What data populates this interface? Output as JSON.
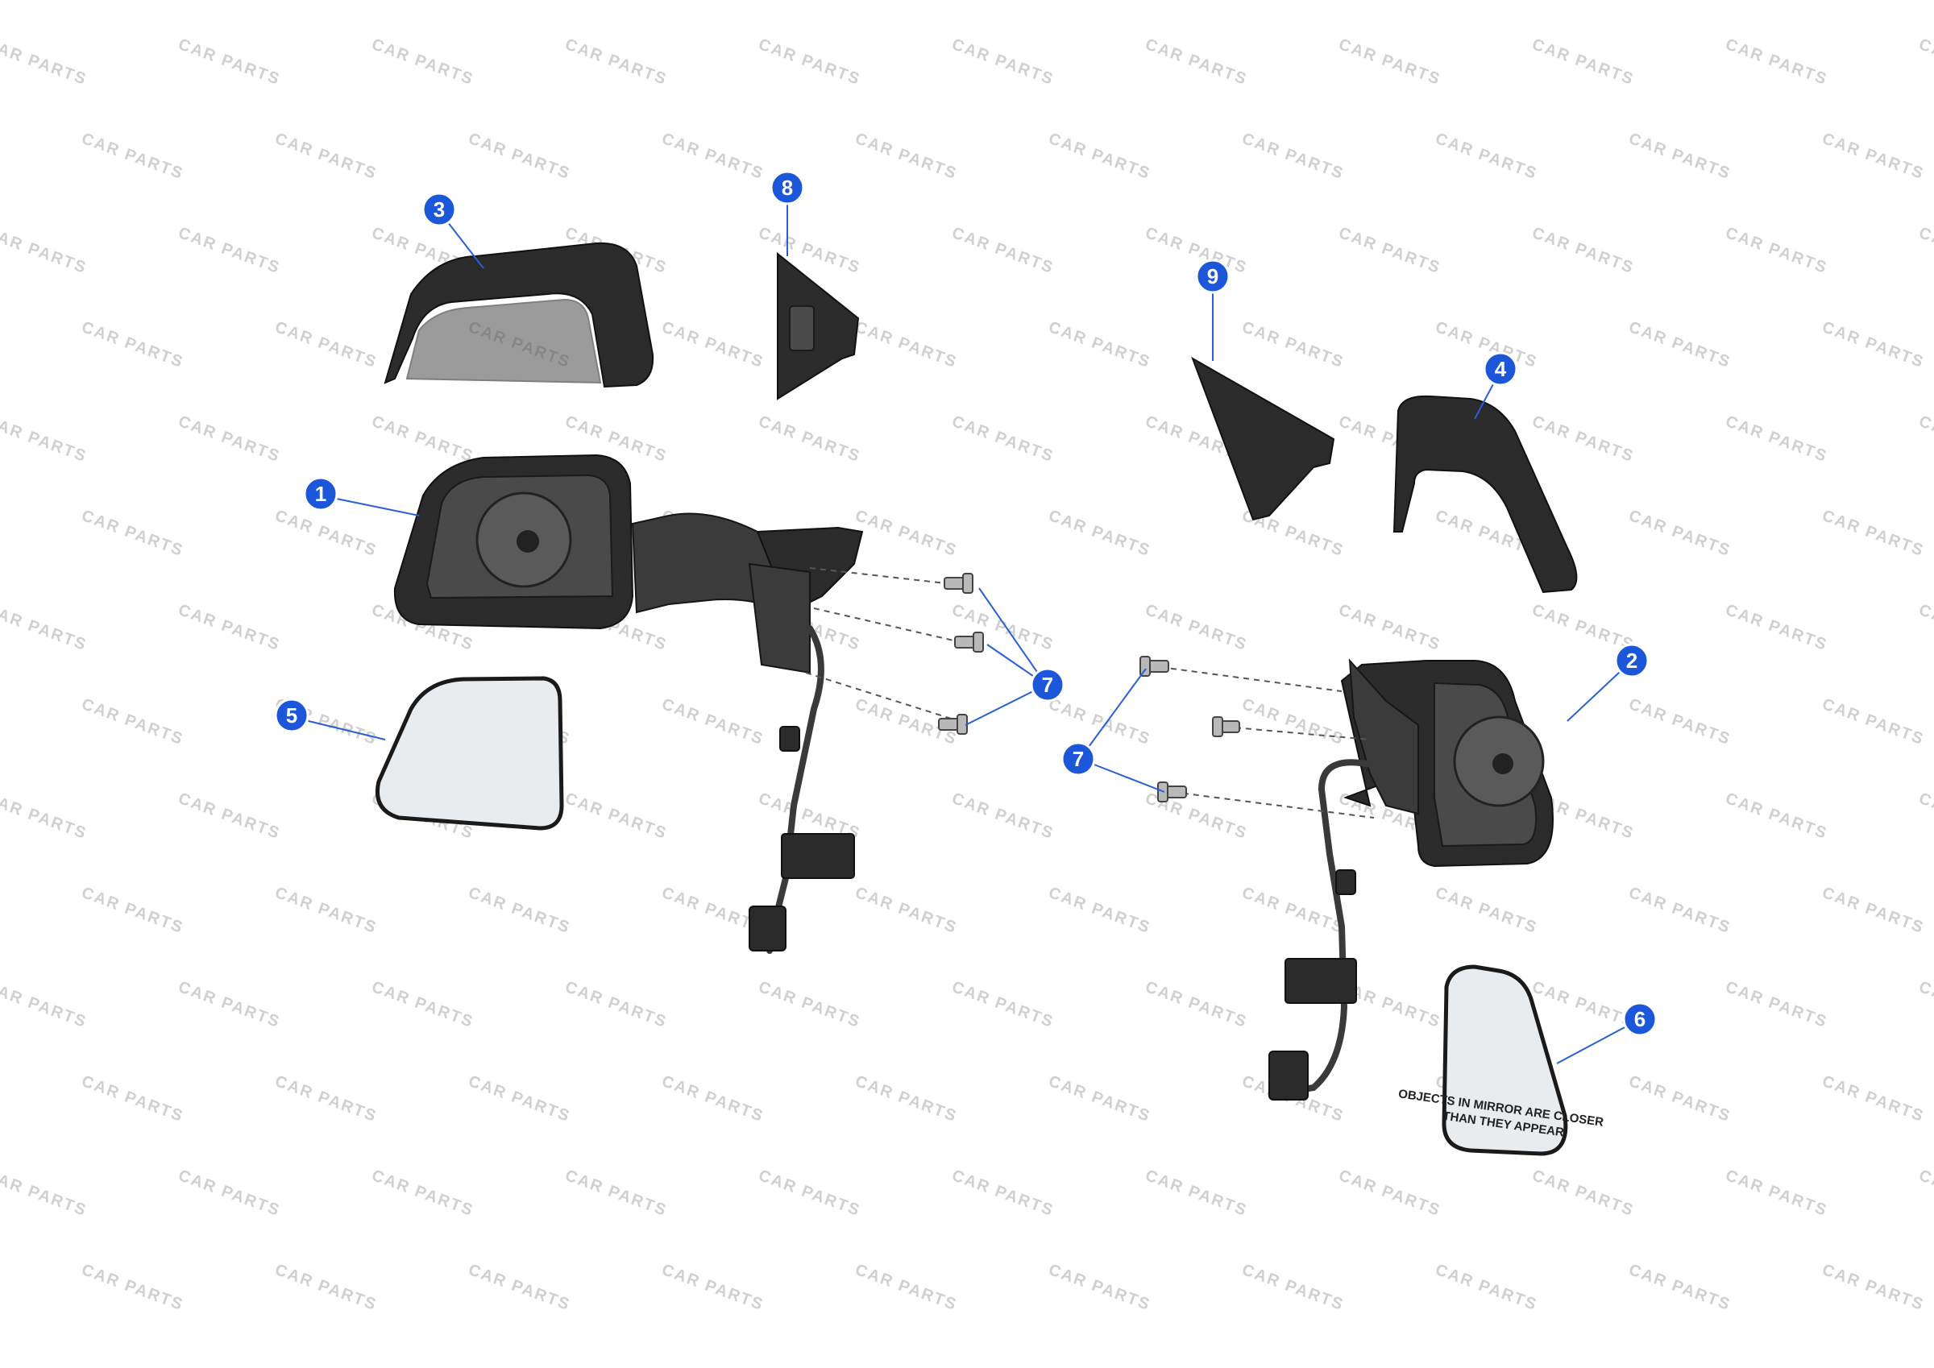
{
  "watermark": {
    "text": "CAR PARTS",
    "color": "#d0d0d0"
  },
  "callouts": [
    {
      "id": "c1",
      "label": "1"
    },
    {
      "id": "c2",
      "label": "2"
    },
    {
      "id": "c3",
      "label": "3"
    },
    {
      "id": "c4",
      "label": "4"
    },
    {
      "id": "c5",
      "label": "5"
    },
    {
      "id": "c6",
      "label": "6"
    },
    {
      "id": "c7a",
      "label": "7"
    },
    {
      "id": "c7b",
      "label": "7"
    },
    {
      "id": "c8",
      "label": "8"
    },
    {
      "id": "c9",
      "label": "9"
    }
  ],
  "mirror_glass_text": {
    "line1": "OBJECTS IN MIRROR ARE CLOSER",
    "line2": "THAN THEY APPEAR"
  },
  "colors": {
    "callout": "#1c56d9",
    "part": "#2b2b2b",
    "glass": "#e9ecef"
  }
}
